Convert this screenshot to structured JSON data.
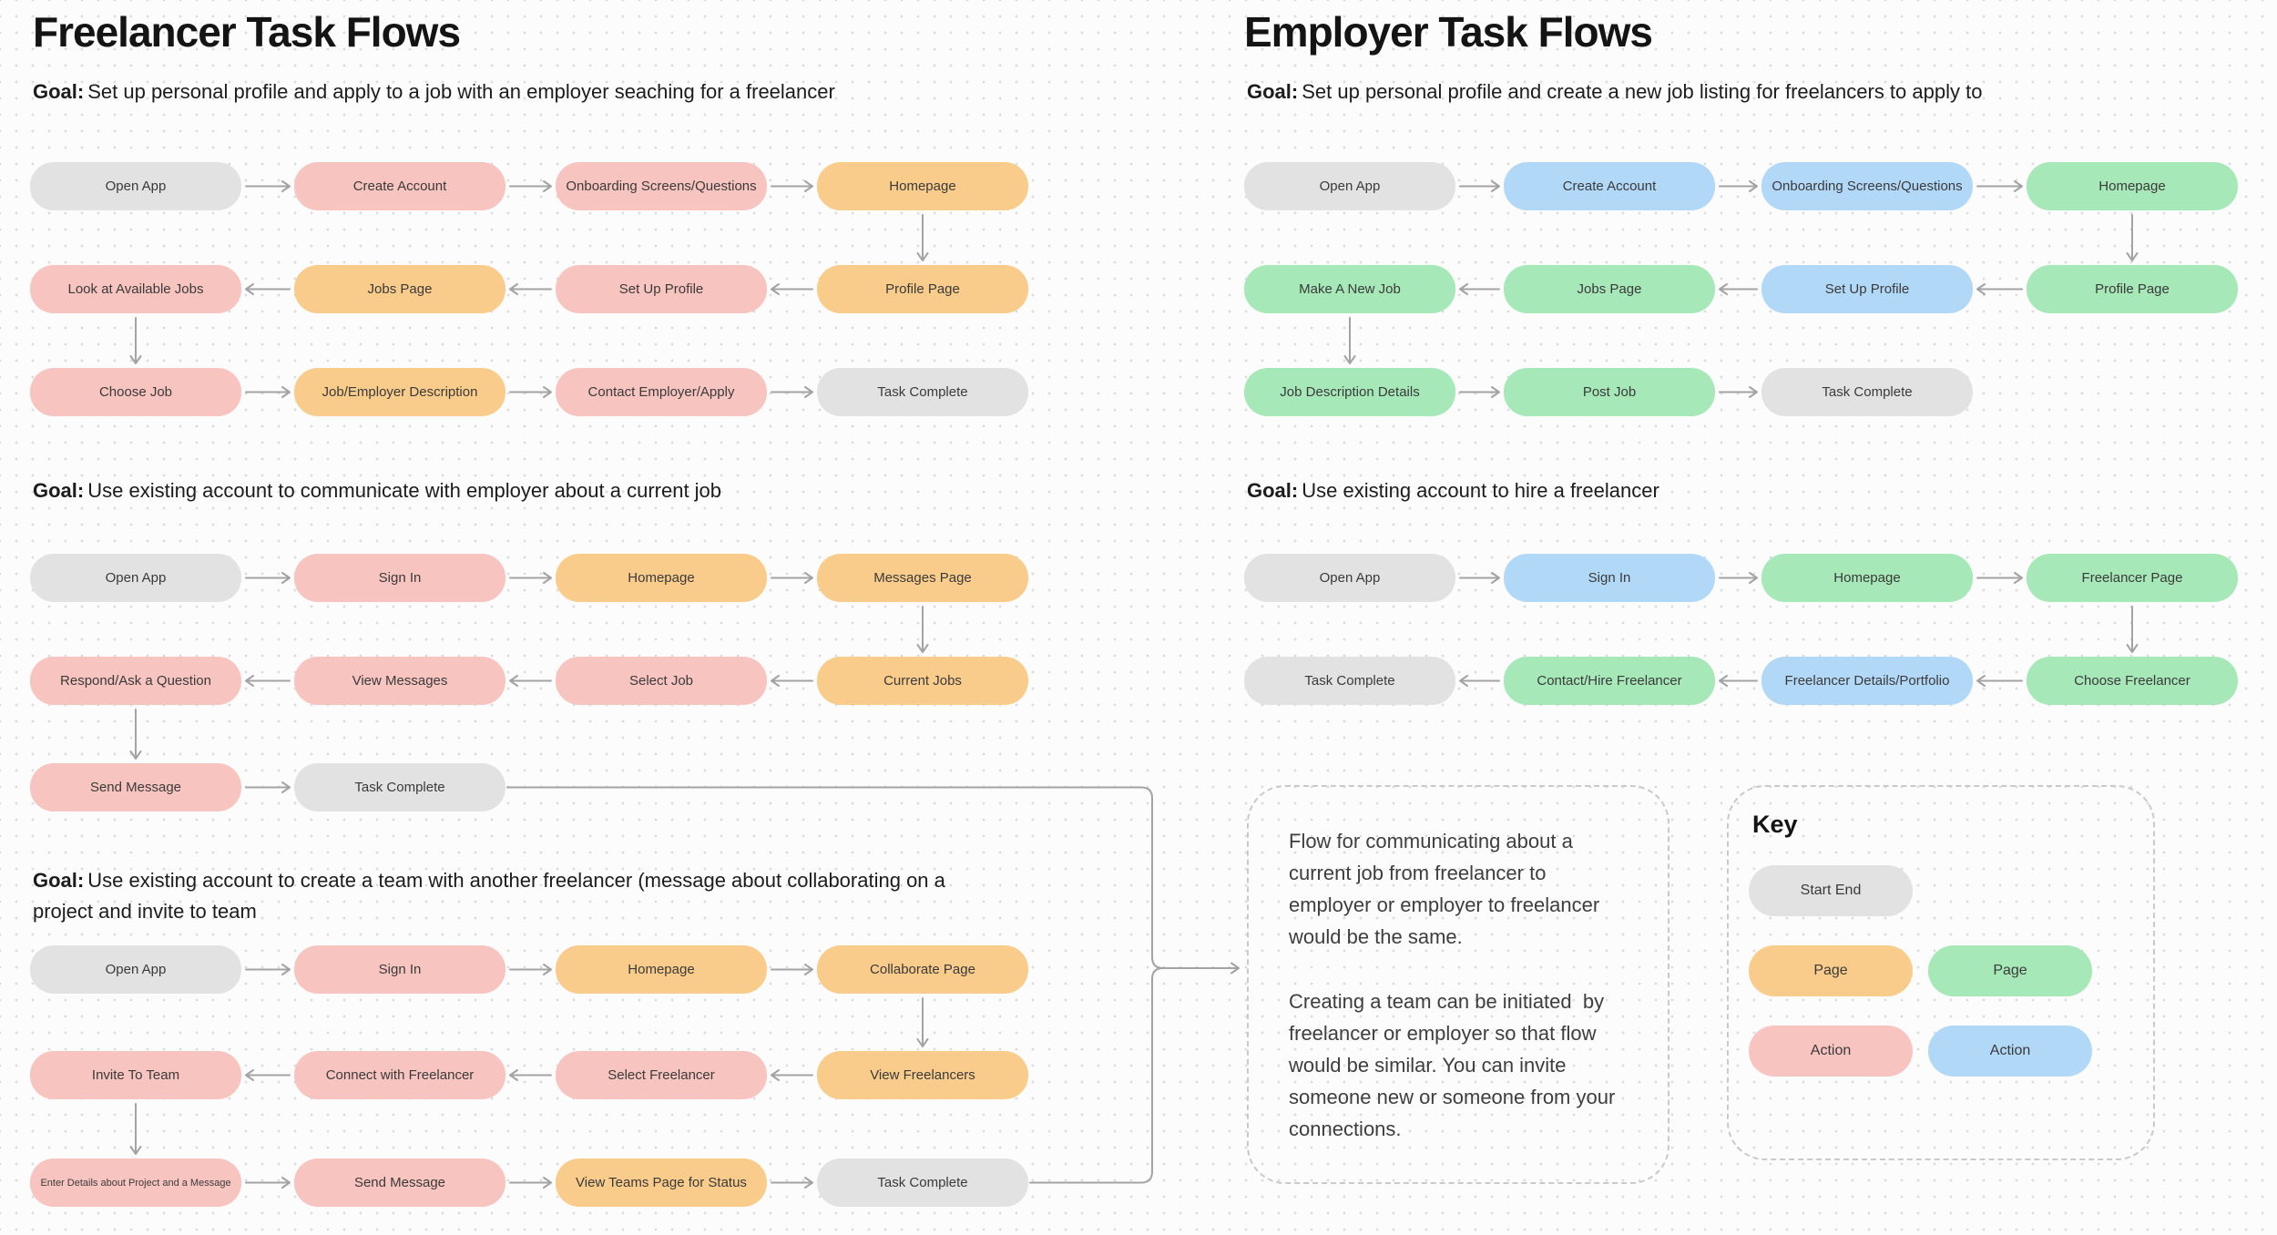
{
  "colors": {
    "start_end": "#e2e2e3",
    "freelancer_page": "#f9cc8b",
    "freelancer_action": "#f8c4c0",
    "employer_page": "#a6e8b8",
    "employer_action": "#b2d8f8",
    "arrow": "#a3a3a3",
    "dashed_border": "#c9c9c9",
    "background": "#fcfcfc",
    "grid_dot": "#dcdcdc"
  },
  "sections": [
    {
      "id": "freelancer",
      "title": "Freelancer Task Flows",
      "flows": [
        {
          "goal_label": "Goal:",
          "goal_text": "Set up personal profile and apply to a job with an employer seaching for a freelancer",
          "nodes": [
            {
              "id": "a",
              "label": "Open App",
              "kind": "start",
              "col": 0,
              "row": 0
            },
            {
              "id": "b",
              "label": "Create Account",
              "kind": "faction",
              "col": 1,
              "row": 0
            },
            {
              "id": "c",
              "label": "Onboarding Screens/Questions",
              "kind": "faction",
              "col": 2,
              "row": 0
            },
            {
              "id": "d",
              "label": "Homepage",
              "kind": "fpage",
              "col": 3,
              "row": 0
            },
            {
              "id": "e",
              "label": "Profile Page",
              "kind": "fpage",
              "col": 3,
              "row": 1
            },
            {
              "id": "f",
              "label": "Set Up Profile",
              "kind": "faction",
              "col": 2,
              "row": 1
            },
            {
              "id": "g",
              "label": "Jobs Page",
              "kind": "fpage",
              "col": 1,
              "row": 1
            },
            {
              "id": "h",
              "label": "Look at Available Jobs",
              "kind": "faction",
              "col": 0,
              "row": 1
            },
            {
              "id": "i",
              "label": "Choose Job",
              "kind": "faction",
              "col": 0,
              "row": 2
            },
            {
              "id": "j",
              "label": "Job/Employer Description",
              "kind": "fpage",
              "col": 1,
              "row": 2
            },
            {
              "id": "k",
              "label": "Contact Employer/Apply",
              "kind": "faction",
              "col": 2,
              "row": 2
            },
            {
              "id": "l",
              "label": "Task Complete",
              "kind": "start",
              "col": 3,
              "row": 2
            }
          ],
          "arrows": [
            [
              "a",
              "b"
            ],
            [
              "b",
              "c"
            ],
            [
              "c",
              "d"
            ],
            [
              "d",
              "e"
            ],
            [
              "e",
              "f"
            ],
            [
              "f",
              "g"
            ],
            [
              "g",
              "h"
            ],
            [
              "h",
              "i"
            ],
            [
              "i",
              "j"
            ],
            [
              "j",
              "k"
            ],
            [
              "k",
              "l"
            ]
          ]
        },
        {
          "goal_label": "Goal:",
          "goal_text": "Use existing account to communicate with employer about a current job",
          "nodes": [
            {
              "id": "a",
              "label": "Open App",
              "kind": "start",
              "col": 0,
              "row": 0
            },
            {
              "id": "b",
              "label": "Sign In",
              "kind": "faction",
              "col": 1,
              "row": 0
            },
            {
              "id": "c",
              "label": "Homepage",
              "kind": "fpage",
              "col": 2,
              "row": 0
            },
            {
              "id": "d",
              "label": "Messages Page",
              "kind": "fpage",
              "col": 3,
              "row": 0
            },
            {
              "id": "e",
              "label": "Current Jobs",
              "kind": "fpage",
              "col": 3,
              "row": 1
            },
            {
              "id": "f",
              "label": "Select Job",
              "kind": "faction",
              "col": 2,
              "row": 1
            },
            {
              "id": "g",
              "label": "View Messages",
              "kind": "faction",
              "col": 1,
              "row": 1
            },
            {
              "id": "h",
              "label": "Respond/Ask a Question",
              "kind": "faction",
              "col": 0,
              "row": 1
            },
            {
              "id": "i",
              "label": "Send Message",
              "kind": "faction",
              "col": 0,
              "row": 2
            },
            {
              "id": "j",
              "label": "Task Complete",
              "kind": "start",
              "col": 1,
              "row": 2
            }
          ],
          "arrows": [
            [
              "a",
              "b"
            ],
            [
              "b",
              "c"
            ],
            [
              "c",
              "d"
            ],
            [
              "d",
              "e"
            ],
            [
              "e",
              "f"
            ],
            [
              "f",
              "g"
            ],
            [
              "g",
              "h"
            ],
            [
              "h",
              "i"
            ],
            [
              "i",
              "j"
            ]
          ]
        },
        {
          "goal_label": "Goal:",
          "goal_text": "Use existing account to create a team with another freelancer (message about collaborating on a project and invite to team",
          "nodes": [
            {
              "id": "a",
              "label": "Open App",
              "kind": "start",
              "col": 0,
              "row": 0
            },
            {
              "id": "b",
              "label": "Sign In",
              "kind": "faction",
              "col": 1,
              "row": 0
            },
            {
              "id": "c",
              "label": "Homepage",
              "kind": "fpage",
              "col": 2,
              "row": 0
            },
            {
              "id": "d",
              "label": "Collaborate Page",
              "kind": "fpage",
              "col": 3,
              "row": 0
            },
            {
              "id": "e",
              "label": "View Freelancers",
              "kind": "fpage",
              "col": 3,
              "row": 1
            },
            {
              "id": "f",
              "label": "Select Freelancer",
              "kind": "faction",
              "col": 2,
              "row": 1
            },
            {
              "id": "g",
              "label": "Connect with Freelancer",
              "kind": "faction",
              "col": 1,
              "row": 1
            },
            {
              "id": "h",
              "label": "Invite To Team",
              "kind": "faction",
              "col": 0,
              "row": 1
            },
            {
              "id": "i",
              "label": "Enter Details about Project and a Message",
              "kind": "faction",
              "col": 0,
              "row": 2,
              "small": true
            },
            {
              "id": "j",
              "label": "Send Message",
              "kind": "faction",
              "col": 1,
              "row": 2
            },
            {
              "id": "k",
              "label": "View Teams Page for Status",
              "kind": "fpage",
              "col": 2,
              "row": 2
            },
            {
              "id": "l",
              "label": "Task Complete",
              "kind": "start",
              "col": 3,
              "row": 2
            }
          ],
          "arrows": [
            [
              "a",
              "b"
            ],
            [
              "b",
              "c"
            ],
            [
              "c",
              "d"
            ],
            [
              "d",
              "e"
            ],
            [
              "e",
              "f"
            ],
            [
              "f",
              "g"
            ],
            [
              "g",
              "h"
            ],
            [
              "h",
              "i"
            ],
            [
              "i",
              "j"
            ],
            [
              "j",
              "k"
            ],
            [
              "k",
              "l"
            ]
          ]
        }
      ]
    },
    {
      "id": "employer",
      "title": "Employer Task Flows",
      "flows": [
        {
          "goal_label": "Goal:",
          "goal_text": "Set up personal profile and create a new job listing for freelancers to apply to",
          "nodes": [
            {
              "id": "a",
              "label": "Open App",
              "kind": "start",
              "col": 0,
              "row": 0
            },
            {
              "id": "b",
              "label": "Create Account",
              "kind": "eaction",
              "col": 1,
              "row": 0
            },
            {
              "id": "c",
              "label": "Onboarding Screens/Questions",
              "kind": "eaction",
              "col": 2,
              "row": 0
            },
            {
              "id": "d",
              "label": "Homepage",
              "kind": "epage",
              "col": 3,
              "row": 0
            },
            {
              "id": "e",
              "label": "Profile Page",
              "kind": "epage",
              "col": 3,
              "row": 1
            },
            {
              "id": "f",
              "label": "Set Up Profile",
              "kind": "eaction",
              "col": 2,
              "row": 1
            },
            {
              "id": "g",
              "label": "Jobs Page",
              "kind": "epage",
              "col": 1,
              "row": 1
            },
            {
              "id": "h",
              "label": "Make A New Job",
              "kind": "epage",
              "col": 0,
              "row": 1
            },
            {
              "id": "i",
              "label": "Job Description Details",
              "kind": "epage",
              "col": 0,
              "row": 2
            },
            {
              "id": "j",
              "label": "Post Job",
              "kind": "epage",
              "col": 1,
              "row": 2
            },
            {
              "id": "k",
              "label": "Task Complete",
              "kind": "start",
              "col": 2,
              "row": 2
            }
          ],
          "arrows": [
            [
              "a",
              "b"
            ],
            [
              "b",
              "c"
            ],
            [
              "c",
              "d"
            ],
            [
              "d",
              "e"
            ],
            [
              "e",
              "f"
            ],
            [
              "f",
              "g"
            ],
            [
              "g",
              "h"
            ],
            [
              "h",
              "i"
            ],
            [
              "i",
              "j"
            ],
            [
              "j",
              "k"
            ]
          ]
        },
        {
          "goal_label": "Goal:",
          "goal_text": "Use existing account to hire a freelancer",
          "nodes": [
            {
              "id": "a",
              "label": "Open App",
              "kind": "start",
              "col": 0,
              "row": 0
            },
            {
              "id": "b",
              "label": "Sign In",
              "kind": "eaction",
              "col": 1,
              "row": 0
            },
            {
              "id": "c",
              "label": "Homepage",
              "kind": "epage",
              "col": 2,
              "row": 0
            },
            {
              "id": "d",
              "label": "Freelancer Page",
              "kind": "epage",
              "col": 3,
              "row": 0
            },
            {
              "id": "e",
              "label": "Choose Freelancer",
              "kind": "epage",
              "col": 3,
              "row": 1
            },
            {
              "id": "f",
              "label": "Freelancer Details/Portfolio",
              "kind": "eaction",
              "col": 2,
              "row": 1
            },
            {
              "id": "g",
              "label": "Contact/Hire Freelancer",
              "kind": "epage",
              "col": 1,
              "row": 1
            },
            {
              "id": "h",
              "label": "Task Complete",
              "kind": "start",
              "col": 0,
              "row": 1
            }
          ],
          "arrows": [
            [
              "a",
              "b"
            ],
            [
              "b",
              "c"
            ],
            [
              "c",
              "d"
            ],
            [
              "d",
              "e"
            ],
            [
              "e",
              "f"
            ],
            [
              "f",
              "g"
            ],
            [
              "g",
              "h"
            ]
          ]
        }
      ]
    }
  ],
  "note": {
    "paragraphs": [
      "Flow for communicating about a current job from freelancer to employer or employer to freelancer would be the same.",
      "Creating a team can be initiated  by freelancer or employer so that flow would be similar. You can invite someone new or someone from your connections."
    ]
  },
  "key": {
    "title": "Key",
    "items": [
      {
        "label": "Start End",
        "kind": "start"
      },
      {
        "label": "Page",
        "kind": "fpage"
      },
      {
        "label": "Page",
        "kind": "epage"
      },
      {
        "label": "Action",
        "kind": "faction"
      },
      {
        "label": "Action",
        "kind": "eaction"
      }
    ]
  }
}
